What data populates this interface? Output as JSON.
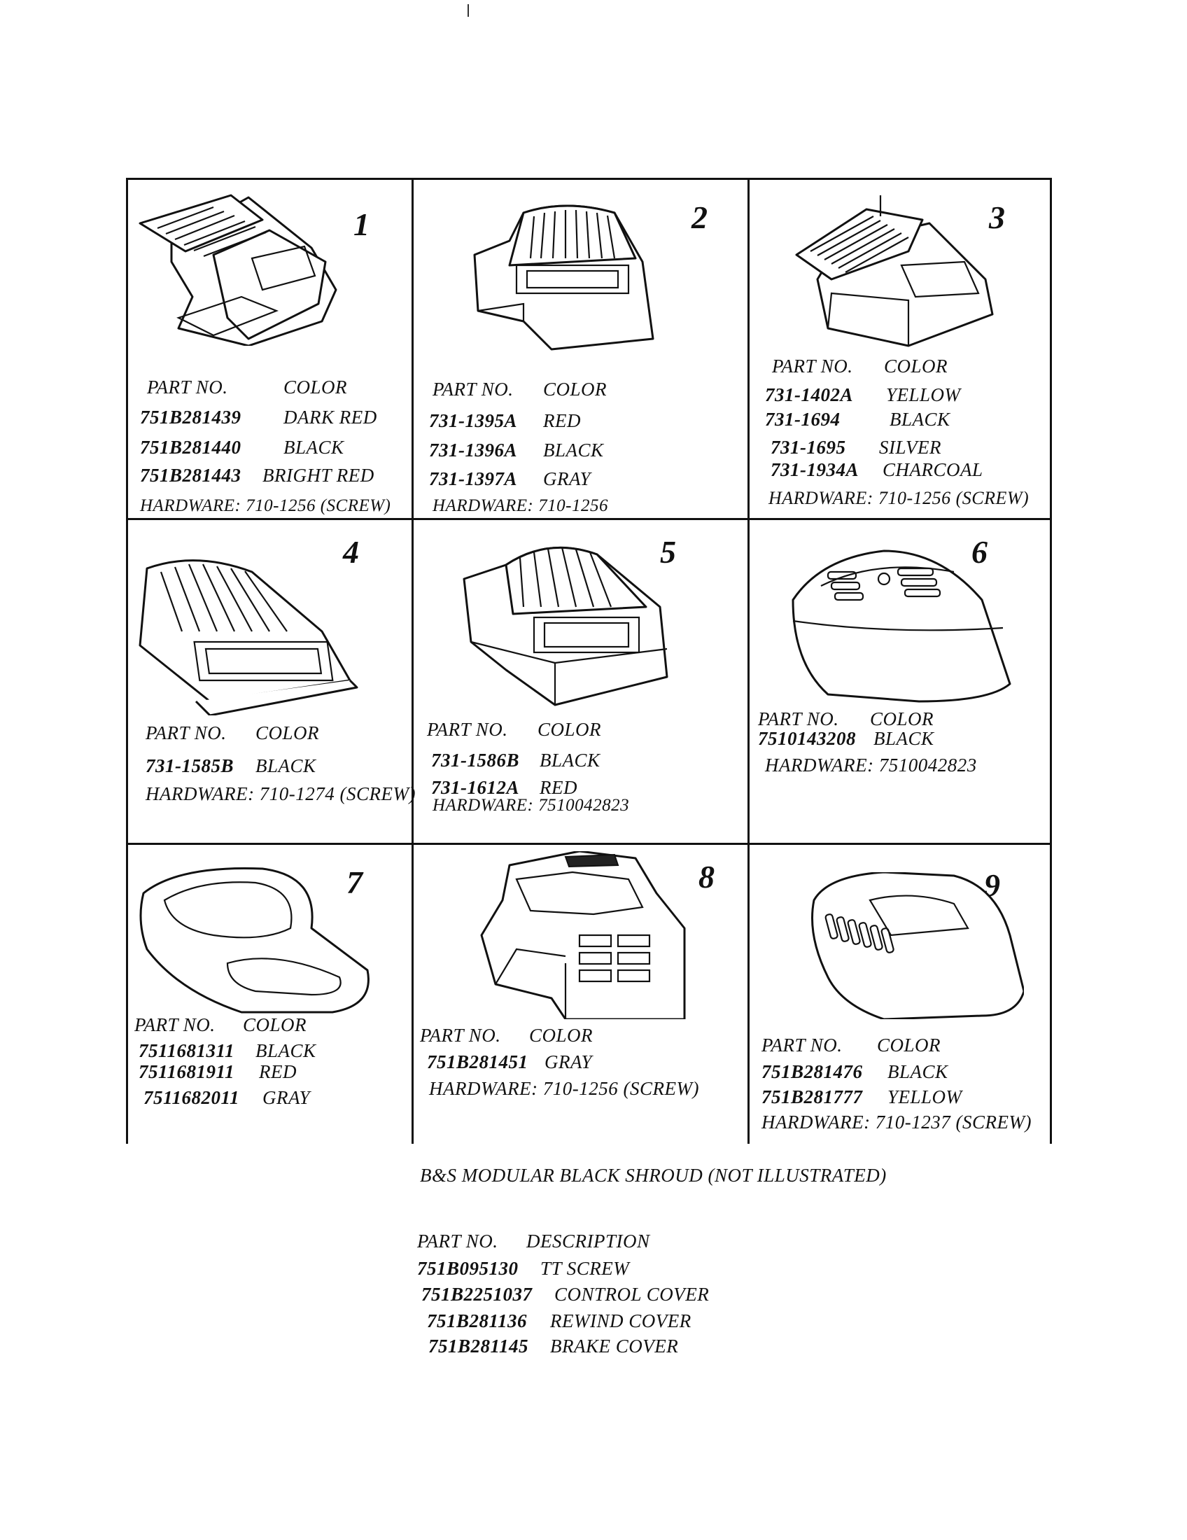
{
  "cells": [
    {
      "num": "1",
      "header": [
        "PART NO.",
        "COLOR"
      ],
      "rows": [
        [
          "751B281439",
          "DARK RED"
        ],
        [
          "751B281440",
          "BLACK"
        ],
        [
          "751B281443",
          "BRIGHT RED"
        ]
      ],
      "hardware": "HARDWARE: 710-1256 (SCREW)",
      "drawing_icon": "shroud-1-drawing"
    },
    {
      "num": "2",
      "header": [
        "PART NO.",
        "COLOR"
      ],
      "rows": [
        [
          "731-1395A",
          "RED"
        ],
        [
          "731-1396A",
          "BLACK"
        ],
        [
          "731-1397A",
          "GRAY"
        ]
      ],
      "hardware": "HARDWARE: 710-1256",
      "drawing_icon": "shroud-2-drawing"
    },
    {
      "num": "3",
      "header": [
        "PART NO.",
        "COLOR"
      ],
      "rows": [
        [
          "731-1402A",
          "YELLOW"
        ],
        [
          "731-1694",
          "BLACK"
        ],
        [
          "731-1695",
          "SILVER"
        ],
        [
          "731-1934A",
          "CHARCOAL"
        ]
      ],
      "hardware": "HARDWARE: 710-1256 (SCREW)",
      "drawing_icon": "shroud-3-drawing"
    },
    {
      "num": "4",
      "header": [
        "PART NO.",
        "COLOR"
      ],
      "rows": [
        [
          "731-1585B",
          "BLACK"
        ]
      ],
      "hardware": "HARDWARE: 710-1274 (SCREW)",
      "drawing_icon": "shroud-4-drawing"
    },
    {
      "num": "5",
      "header": [
        "PART NO.",
        "COLOR"
      ],
      "rows": [
        [
          "731-1586B",
          "BLACK"
        ],
        [
          "731-1612A",
          "RED"
        ]
      ],
      "hardware": "HARDWARE: 7510042823",
      "drawing_icon": "shroud-5-drawing"
    },
    {
      "num": "6",
      "header": [
        "PART NO.",
        "COLOR"
      ],
      "rows": [
        [
          "7510143208",
          "BLACK"
        ]
      ],
      "hardware": "HARDWARE: 7510042823",
      "drawing_icon": "shroud-6-drawing"
    },
    {
      "num": "7",
      "header": [
        "PART NO.",
        "COLOR"
      ],
      "rows": [
        [
          "7511681311",
          "BLACK"
        ],
        [
          "7511681911",
          "RED"
        ],
        [
          "7511682011",
          "GRAY"
        ]
      ],
      "hardware": "",
      "drawing_icon": "shroud-7-drawing"
    },
    {
      "num": "8",
      "header": [
        "PART NO.",
        "COLOR"
      ],
      "rows": [
        [
          "751B281451",
          "GRAY"
        ]
      ],
      "hardware": "HARDWARE: 710-1256 (SCREW)",
      "drawing_icon": "shroud-8-drawing"
    },
    {
      "num": "9",
      "header": [
        "PART NO.",
        "COLOR"
      ],
      "rows": [
        [
          "751B281476",
          "BLACK"
        ],
        [
          "751B281777",
          "YELLOW"
        ]
      ],
      "hardware": "HARDWARE: 710-1237 (SCREW)",
      "drawing_icon": "shroud-9-drawing"
    }
  ],
  "bottom": {
    "title": "B&S MODULAR BLACK SHROUD (NOT ILLUSTRATED)",
    "header": [
      "PART NO.",
      "DESCRIPTION"
    ],
    "rows": [
      [
        "751B095130",
        "TT SCREW"
      ],
      [
        "751B2251037",
        "CONTROL COVER"
      ],
      [
        "751B281136",
        "REWIND COVER"
      ],
      [
        "751B281145",
        "BRAKE COVER"
      ]
    ]
  }
}
